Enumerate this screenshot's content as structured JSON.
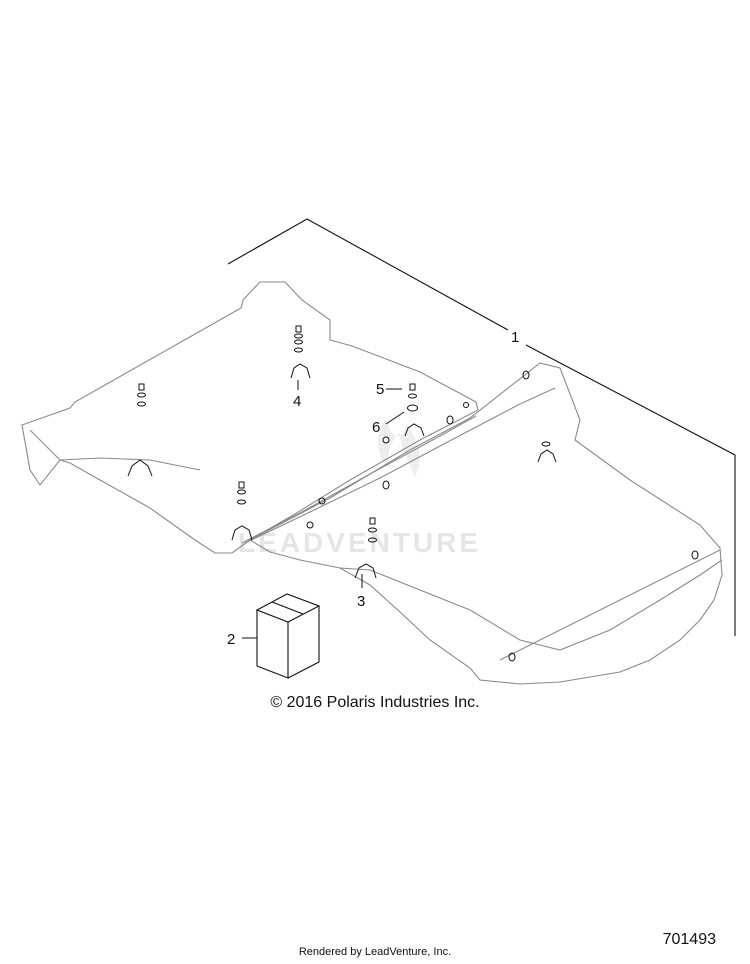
{
  "diagram": {
    "callouts": [
      {
        "id": "1",
        "label": "1"
      },
      {
        "id": "2",
        "label": "2"
      },
      {
        "id": "3",
        "label": "3"
      },
      {
        "id": "4",
        "label": "4"
      },
      {
        "id": "5",
        "label": "5"
      },
      {
        "id": "6",
        "label": "6"
      }
    ],
    "watermark": "LEADVENTURE",
    "copyright": "© 2016 Polaris Industries Inc.",
    "rendered_by": "Rendered by LeadVenture, Inc.",
    "diagram_id": "701493"
  },
  "colors": {
    "line": "#111111",
    "outline_gray": "#8a8a8a",
    "watermark": "#e3e3e3"
  }
}
